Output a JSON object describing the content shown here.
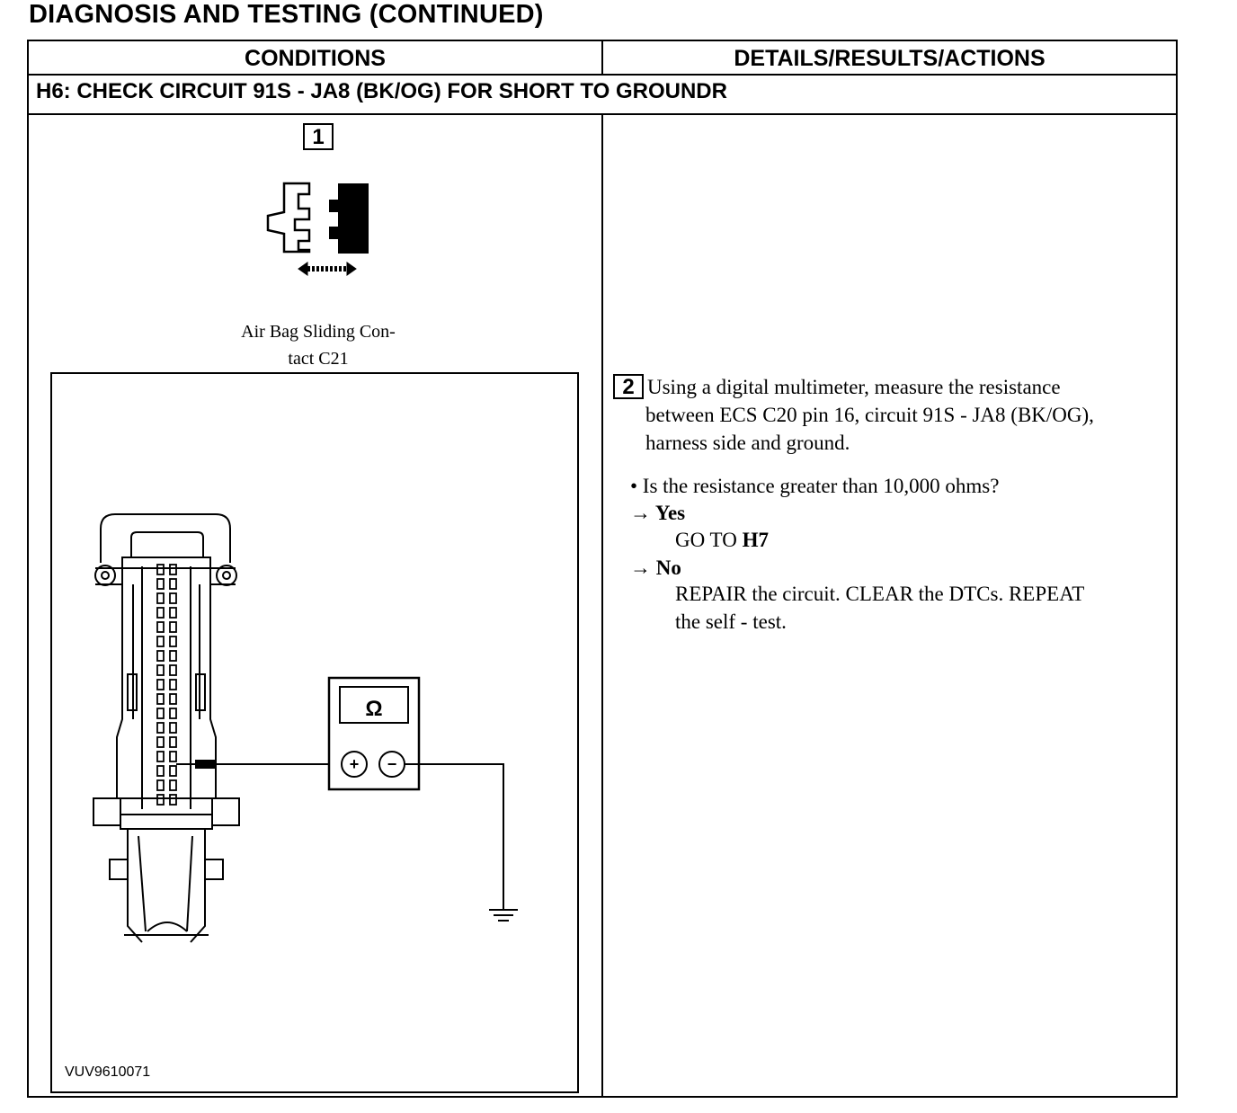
{
  "page": {
    "title": "DIAGNOSIS AND TESTING (CONTINUED)"
  },
  "table": {
    "headers": {
      "conditions": "CONDITIONS",
      "details": "DETAILS/RESULTS/ACTIONS"
    },
    "step_title": "H6: CHECK CIRCUIT 91S - JA8 (BK/OG) FOR SHORT TO GROUNDR"
  },
  "step1": {
    "number": "1",
    "icon": "connector-disconnect-icon",
    "caption_line1": "Air Bag Sliding Con-",
    "caption_line2": "tact C21"
  },
  "figure": {
    "meter_symbol": "Ω",
    "plus": "+",
    "minus": "−",
    "code": "VUV9610071"
  },
  "step2": {
    "number": "2",
    "instruction_line1": "Using a digital multimeter, measure the resistance",
    "instruction_line2": "between ECS C20 pin 16, circuit 91S - JA8 (BK/OG),",
    "instruction_line3": "harness side and ground.",
    "question": "• Is the resistance greater than 10,000 ohms?",
    "yes_label": "→ Yes",
    "yes_action_prefix": "GO TO ",
    "yes_action_target": "H7",
    "no_label": "→ No",
    "no_action_line1": "REPAIR the circuit. CLEAR the DTCs. REPEAT",
    "no_action_line2": "the self - test."
  }
}
